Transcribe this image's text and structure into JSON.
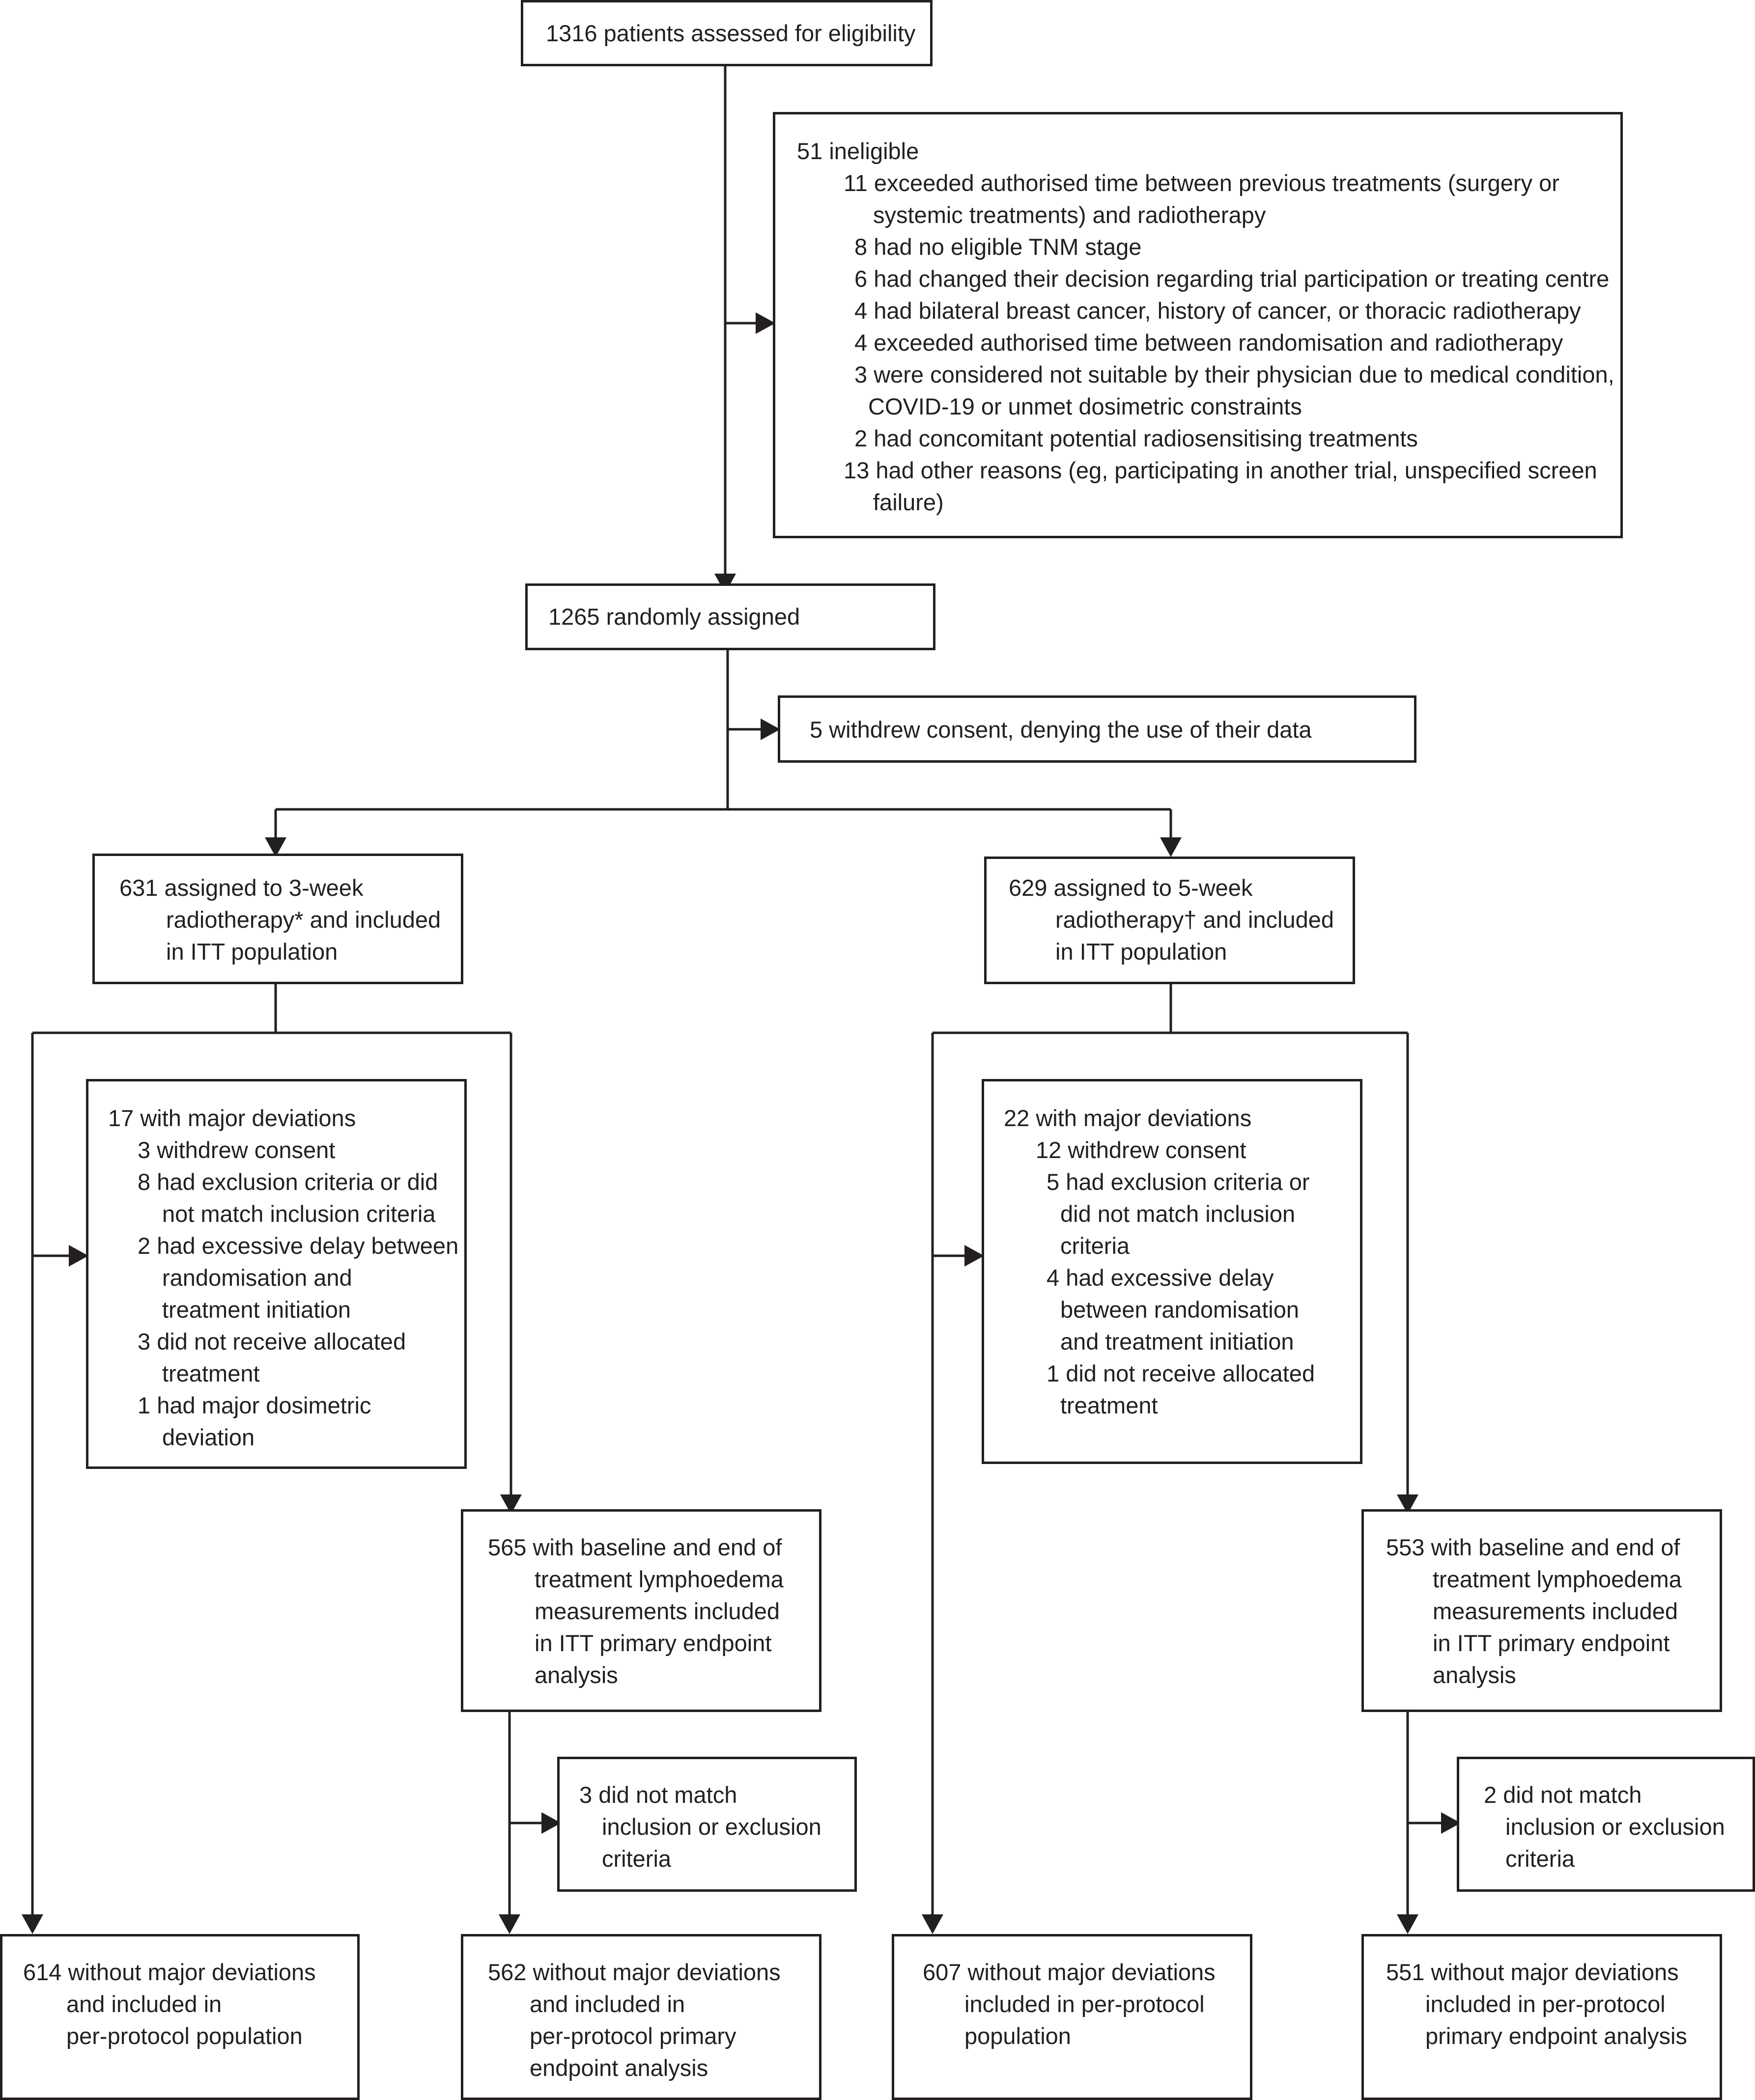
{
  "screening": {
    "text": "1316 patients assessed for eligibility"
  },
  "ineligible": {
    "title": "51 ineligible",
    "reasons": [
      [
        "11 exceeded authorised time between previous treatments (surgery or",
        "systemic treatments) and radiotherapy"
      ],
      [
        "8 had no eligible TNM stage"
      ],
      [
        "6 had changed their decision regarding trial participation or treating centre"
      ],
      [
        "4 had bilateral breast cancer, history of cancer, or thoracic radiotherapy"
      ],
      [
        "4 exceeded authorised time between randomisation and radiotherapy"
      ],
      [
        "3 were considered not suitable by their physician due to medical condition,",
        "COVID-19 or unmet dosimetric constraints"
      ],
      [
        "2 had concomitant potential radiosensitising treatments"
      ],
      [
        "13 had other reasons (eg, participating in another trial, unspecified screen",
        "failure)"
      ]
    ]
  },
  "randomised": {
    "text": "1265 randomly assigned"
  },
  "withdrew": {
    "text": "5 withdrew consent, denying the use of their data"
  },
  "arm_3week": {
    "assigned": [
      "631 assigned to 3-week",
      "radiotherapy* and included",
      "in ITT population"
    ],
    "deviations": {
      "title": "17 with major deviations",
      "items": [
        [
          "3 withdrew consent"
        ],
        [
          "8 had exclusion criteria or did",
          "not match inclusion criteria"
        ],
        [
          "2 had excessive delay between",
          "randomisation and",
          "treatment initiation"
        ],
        [
          "3 did not receive allocated",
          "treatment"
        ],
        [
          "1 had major dosimetric",
          "deviation"
        ]
      ]
    },
    "itt_primary": [
      "565 with baseline and end of",
      "treatment lymphoedema",
      "measurements included",
      "in ITT primary endpoint",
      "analysis"
    ],
    "excluded": [
      "3 did not match",
      "inclusion or exclusion",
      "criteria"
    ],
    "per_protocol": [
      "614 without major deviations",
      "and included in",
      "per-protocol population"
    ],
    "per_protocol_primary": [
      "562 without major deviations",
      "and included in",
      "per-protocol primary",
      "endpoint analysis"
    ]
  },
  "arm_5week": {
    "assigned": [
      "629 assigned to 5-week",
      "radiotherapy† and included",
      "in ITT population"
    ],
    "deviations": {
      "title": "22 with major deviations",
      "items": [
        [
          "12 withdrew consent"
        ],
        [
          "5 had exclusion criteria or",
          "did not match inclusion",
          "criteria"
        ],
        [
          "4 had excessive delay",
          "between randomisation",
          "and treatment initiation"
        ],
        [
          "1 did not receive allocated",
          "treatment"
        ]
      ]
    },
    "itt_primary": [
      "553 with baseline and end of",
      "treatment lymphoedema",
      "measurements included",
      "in ITT primary endpoint",
      "analysis"
    ],
    "excluded": [
      "2 did not match",
      "inclusion or exclusion",
      "criteria"
    ],
    "per_protocol": [
      "607 without major deviations",
      "included in per-protocol",
      "population"
    ],
    "per_protocol_primary": [
      "551 without major deviations",
      "included in per-protocol",
      "primary endpoint analysis"
    ]
  }
}
